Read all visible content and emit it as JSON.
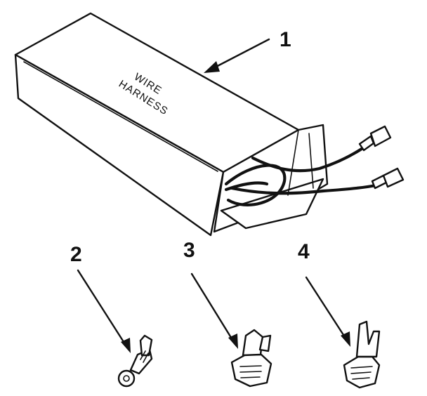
{
  "diagram": {
    "box_label_line1": "WIRE",
    "box_label_line2": "HARNESS",
    "callouts": [
      "1",
      "2",
      "3",
      "4"
    ]
  },
  "colors": {
    "ink": "#111111",
    "background": "#ffffff"
  }
}
